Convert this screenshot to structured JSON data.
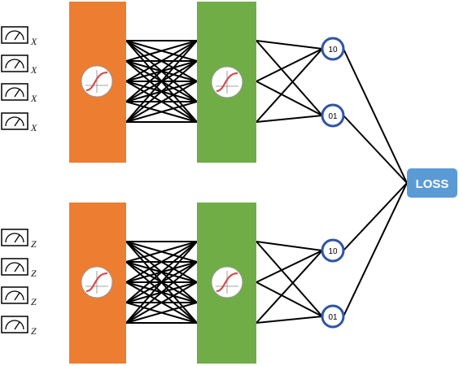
{
  "colors": {
    "layer1": "#ED7D31",
    "layer2": "#70AD47",
    "node_stroke": "#2F55A5",
    "loss_fill": "#5B9BD5",
    "activation_curve": "#D05050",
    "edge": "#000000"
  },
  "top_network": {
    "input_subscript": "X",
    "output_nodes": [
      "10",
      "01"
    ]
  },
  "bottom_network": {
    "input_subscript": "Z",
    "output_nodes": [
      "10",
      "01"
    ]
  },
  "loss": {
    "label": "LOSS"
  },
  "icons": {
    "input": "gauge-icon",
    "activation": "sigmoid-icon"
  }
}
